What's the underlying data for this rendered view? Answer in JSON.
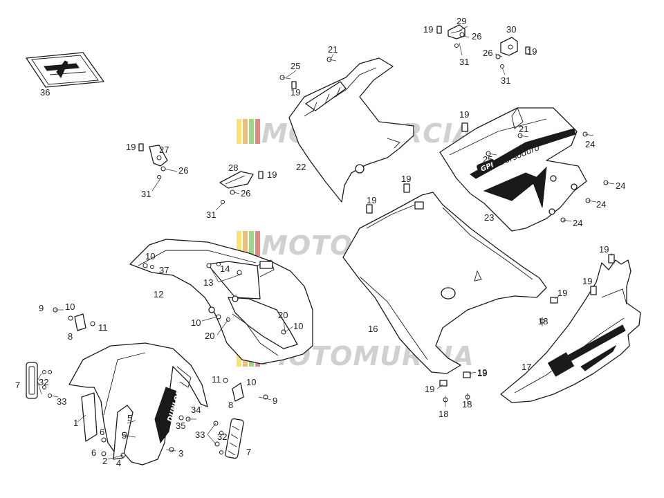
{
  "watermark": {
    "text": "MOTOMURCIA",
    "stripe_colors": [
      "#f2d64b",
      "#e8a23a",
      "#7fbf5a",
      "#d9534f"
    ]
  },
  "decals": {
    "fender_brand": "DUNLOP",
    "fairing_logo": "GPI",
    "fairing_script": "Dorsoduro"
  },
  "callouts": [
    {
      "id": "c36",
      "text": "36"
    },
    {
      "id": "c25a",
      "text": "25"
    },
    {
      "id": "c21a",
      "text": "21"
    },
    {
      "id": "c19a",
      "text": "19"
    },
    {
      "id": "c19b",
      "text": "19"
    },
    {
      "id": "c29",
      "text": "29"
    },
    {
      "id": "c26a",
      "text": "26"
    },
    {
      "id": "c31a",
      "text": "31"
    },
    {
      "id": "c30",
      "text": "30"
    },
    {
      "id": "c26b",
      "text": "26"
    },
    {
      "id": "c19c",
      "text": "19"
    },
    {
      "id": "c31b",
      "text": "31"
    },
    {
      "id": "c19d",
      "text": "19"
    },
    {
      "id": "c27",
      "text": "27"
    },
    {
      "id": "c26c",
      "text": "26"
    },
    {
      "id": "c31c",
      "text": "31"
    },
    {
      "id": "c28",
      "text": "28"
    },
    {
      "id": "c19e",
      "text": "19"
    },
    {
      "id": "c26d",
      "text": "26"
    },
    {
      "id": "c31d",
      "text": "31"
    },
    {
      "id": "c22",
      "text": "22"
    },
    {
      "id": "c19f",
      "text": "19"
    },
    {
      "id": "c21b",
      "text": "21"
    },
    {
      "id": "c24a",
      "text": "24"
    },
    {
      "id": "c25b",
      "text": "25"
    },
    {
      "id": "c24b",
      "text": "24"
    },
    {
      "id": "c24c",
      "text": "24"
    },
    {
      "id": "c23",
      "text": "23"
    },
    {
      "id": "c24d",
      "text": "24"
    },
    {
      "id": "c19g",
      "text": "19"
    },
    {
      "id": "c19h",
      "text": "19"
    },
    {
      "id": "c10a",
      "text": "10"
    },
    {
      "id": "c37",
      "text": "37"
    },
    {
      "id": "c14",
      "text": "14"
    },
    {
      "id": "c13",
      "text": "13"
    },
    {
      "id": "c12",
      "text": "12"
    },
    {
      "id": "c9a",
      "text": "9"
    },
    {
      "id": "c10b",
      "text": "10"
    },
    {
      "id": "c11a",
      "text": "11"
    },
    {
      "id": "c8a",
      "text": "8"
    },
    {
      "id": "c10c",
      "text": "10"
    },
    {
      "id": "c20a",
      "text": "20"
    },
    {
      "id": "c20b",
      "text": "20"
    },
    {
      "id": "c10d",
      "text": "10"
    },
    {
      "id": "c16",
      "text": "16"
    },
    {
      "id": "c19i",
      "text": "19"
    },
    {
      "id": "c19j",
      "text": "19"
    },
    {
      "id": "c19k",
      "text": "19"
    },
    {
      "id": "c19l",
      "text": "19"
    },
    {
      "id": "c18a",
      "text": "18"
    },
    {
      "id": "c17",
      "text": "17"
    },
    {
      "id": "c7a",
      "text": "7"
    },
    {
      "id": "c32a",
      "text": "32"
    },
    {
      "id": "c33a",
      "text": "33"
    },
    {
      "id": "c1",
      "text": "1"
    },
    {
      "id": "c5a",
      "text": "5"
    },
    {
      "id": "c6a",
      "text": "6"
    },
    {
      "id": "c5b",
      "text": "5"
    },
    {
      "id": "c6b",
      "text": "6"
    },
    {
      "id": "c2",
      "text": "2"
    },
    {
      "id": "c4",
      "text": "4"
    },
    {
      "id": "c11b",
      "text": "11"
    },
    {
      "id": "c10e",
      "text": "10"
    },
    {
      "id": "c8b",
      "text": "8"
    },
    {
      "id": "c9b",
      "text": "9"
    },
    {
      "id": "c34",
      "text": "34"
    },
    {
      "id": "c35",
      "text": "35"
    },
    {
      "id": "c3",
      "text": "3"
    },
    {
      "id": "c33b",
      "text": "33"
    },
    {
      "id": "c32b",
      "text": "32"
    },
    {
      "id": "c7b",
      "text": "7"
    },
    {
      "id": "c19m",
      "text": "19"
    },
    {
      "id": "c19n",
      "text": "19"
    },
    {
      "id": "c18b",
      "text": "18"
    },
    {
      "id": "c18c",
      "text": "18"
    }
  ]
}
